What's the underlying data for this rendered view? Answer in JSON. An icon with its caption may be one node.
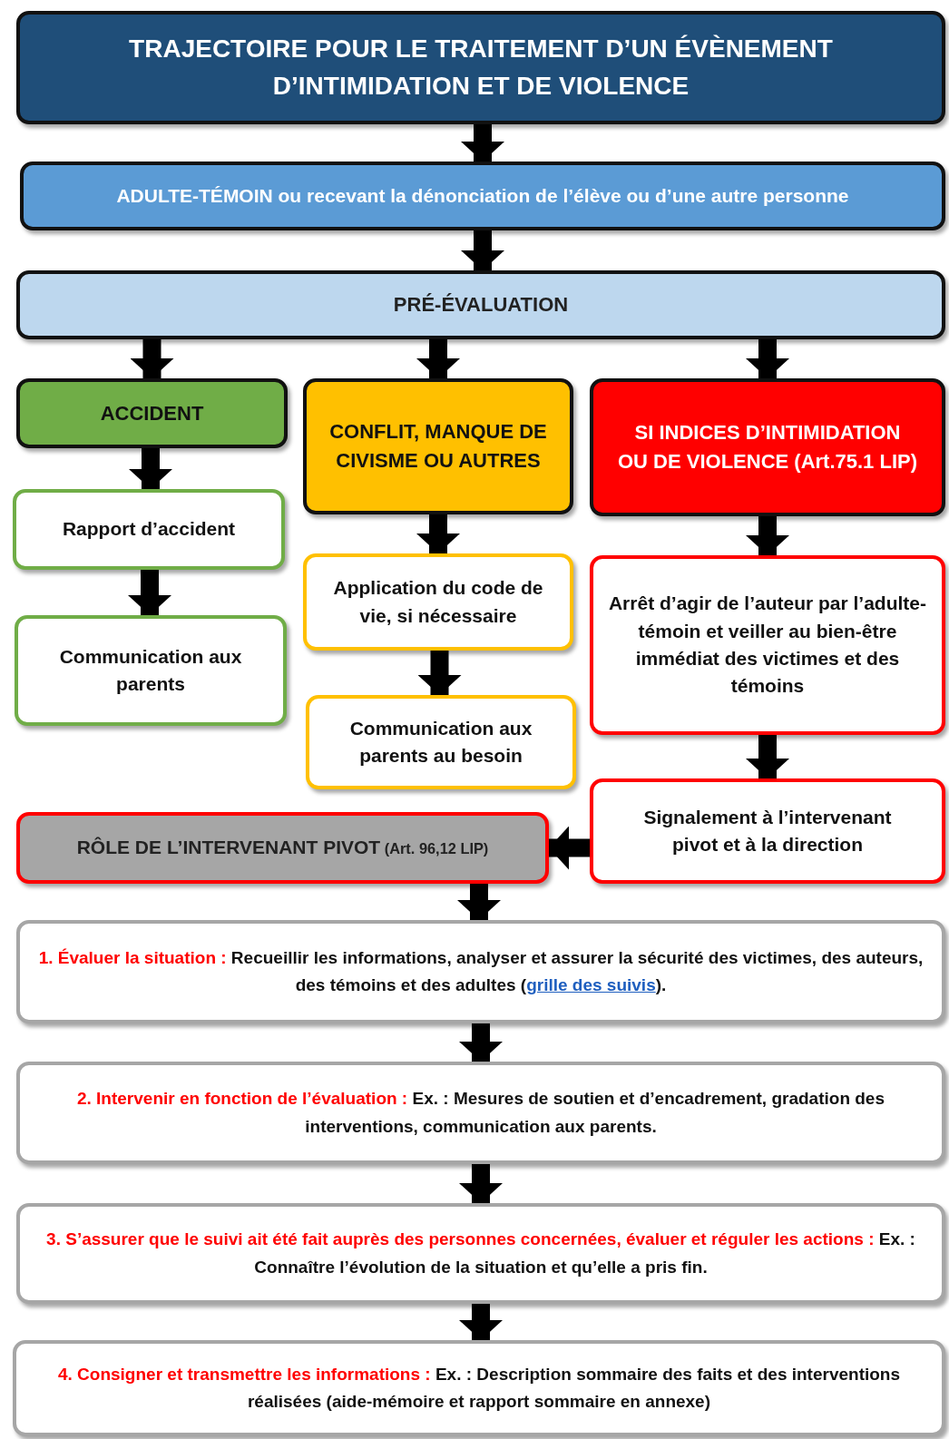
{
  "diagram": {
    "nodes": [
      {
        "text": [
          "TRAJECTOIRE POUR LE TRAITEMENT D’UN ÉVÈNEMENT D’INTIMIDATION ET DE VIOLENCE"
        ]
      },
      {
        "text": [
          "ADULTE-TÉMOIN ou recevant la dénonciation de l’élève ou d’une autre personne"
        ]
      },
      {
        "text": [
          "PRÉ-ÉVALUATION"
        ]
      },
      {
        "text": [
          "ACCIDENT"
        ]
      },
      {
        "text": [
          "CONFLIT, MANQUE DE CIVISME OU AUTRES"
        ]
      },
      {
        "text": [
          "SI INDICES D’INTIMIDATION OU DE VIOLENCE (Art.75.1 LIP)"
        ]
      },
      {
        "text": [
          "Rapport d’accident"
        ]
      },
      {
        "text": [
          "Communication aux parents"
        ]
      },
      {
        "text": [
          "Application du code de vie, si nécessaire"
        ]
      },
      {
        "text": [
          "Communication aux parents au besoin"
        ]
      },
      {
        "text": [
          "Arrêt d’agir de l’auteur par l’adulte-témoin et veiller au bien-être immédiat des victimes et des témoins"
        ]
      },
      {
        "text": [
          "Signalement à l’intervenant pivot et à la direction"
        ]
      },
      {
        "text": [
          "RÔLE DE L’INTERVENANT PIVOT",
          "(Art. 96,12 LIP)"
        ]
      },
      {
        "text": [
          "1. Évaluer la situation :",
          "Recueillir les informations, analyser et assurer la sécurité des victimes, des auteurs, des témoins et des adultes (",
          "grille des suivis",
          ")."
        ]
      },
      {
        "text": [
          "2. Intervenir en fonction de l’évaluation :",
          "Ex. : Mesures de soutien et d’encadrement, gradation des interventions, communication aux parents."
        ]
      },
      {
        "text": [
          "3. S’assurer que le suivi ait été fait auprès des personnes concernées, évaluer et réguler les actions :",
          "Ex. : Connaître l’évolution de la situation et qu’elle a pris fin."
        ]
      },
      {
        "text": [
          "4. Consigner et transmettre les informations :",
          "Ex. : Description sommaire des faits et des interventions réalisées (aide-mémoire et rapport sommaire en annexe)"
        ]
      }
    ],
    "edges": [
      {
        "from": 0,
        "to": 1,
        "arrow": "to"
      },
      {
        "from": 1,
        "to": 2,
        "arrow": "to"
      },
      {
        "from": 2,
        "to": 3,
        "arrow": "to"
      },
      {
        "from": 2,
        "to": 4,
        "arrow": "to"
      },
      {
        "from": 2,
        "to": 5,
        "arrow": "to"
      },
      {
        "from": 3,
        "to": 6,
        "arrow": "to"
      },
      {
        "from": 6,
        "to": 7,
        "arrow": "to"
      },
      {
        "from": 4,
        "to": 8,
        "arrow": "to"
      },
      {
        "from": 8,
        "to": 9,
        "arrow": "to"
      },
      {
        "from": 5,
        "to": 10,
        "arrow": "to"
      },
      {
        "from": 10,
        "to": 11,
        "arrow": "to"
      },
      {
        "from": 11,
        "to": 12,
        "arrow": "to"
      },
      {
        "from": 12,
        "to": 13,
        "arrow": "to"
      },
      {
        "from": 13,
        "to": 14,
        "arrow": "to"
      },
      {
        "from": 14,
        "to": 15,
        "arrow": "to"
      },
      {
        "from": 15,
        "to": 16,
        "arrow": "to"
      }
    ]
  }
}
